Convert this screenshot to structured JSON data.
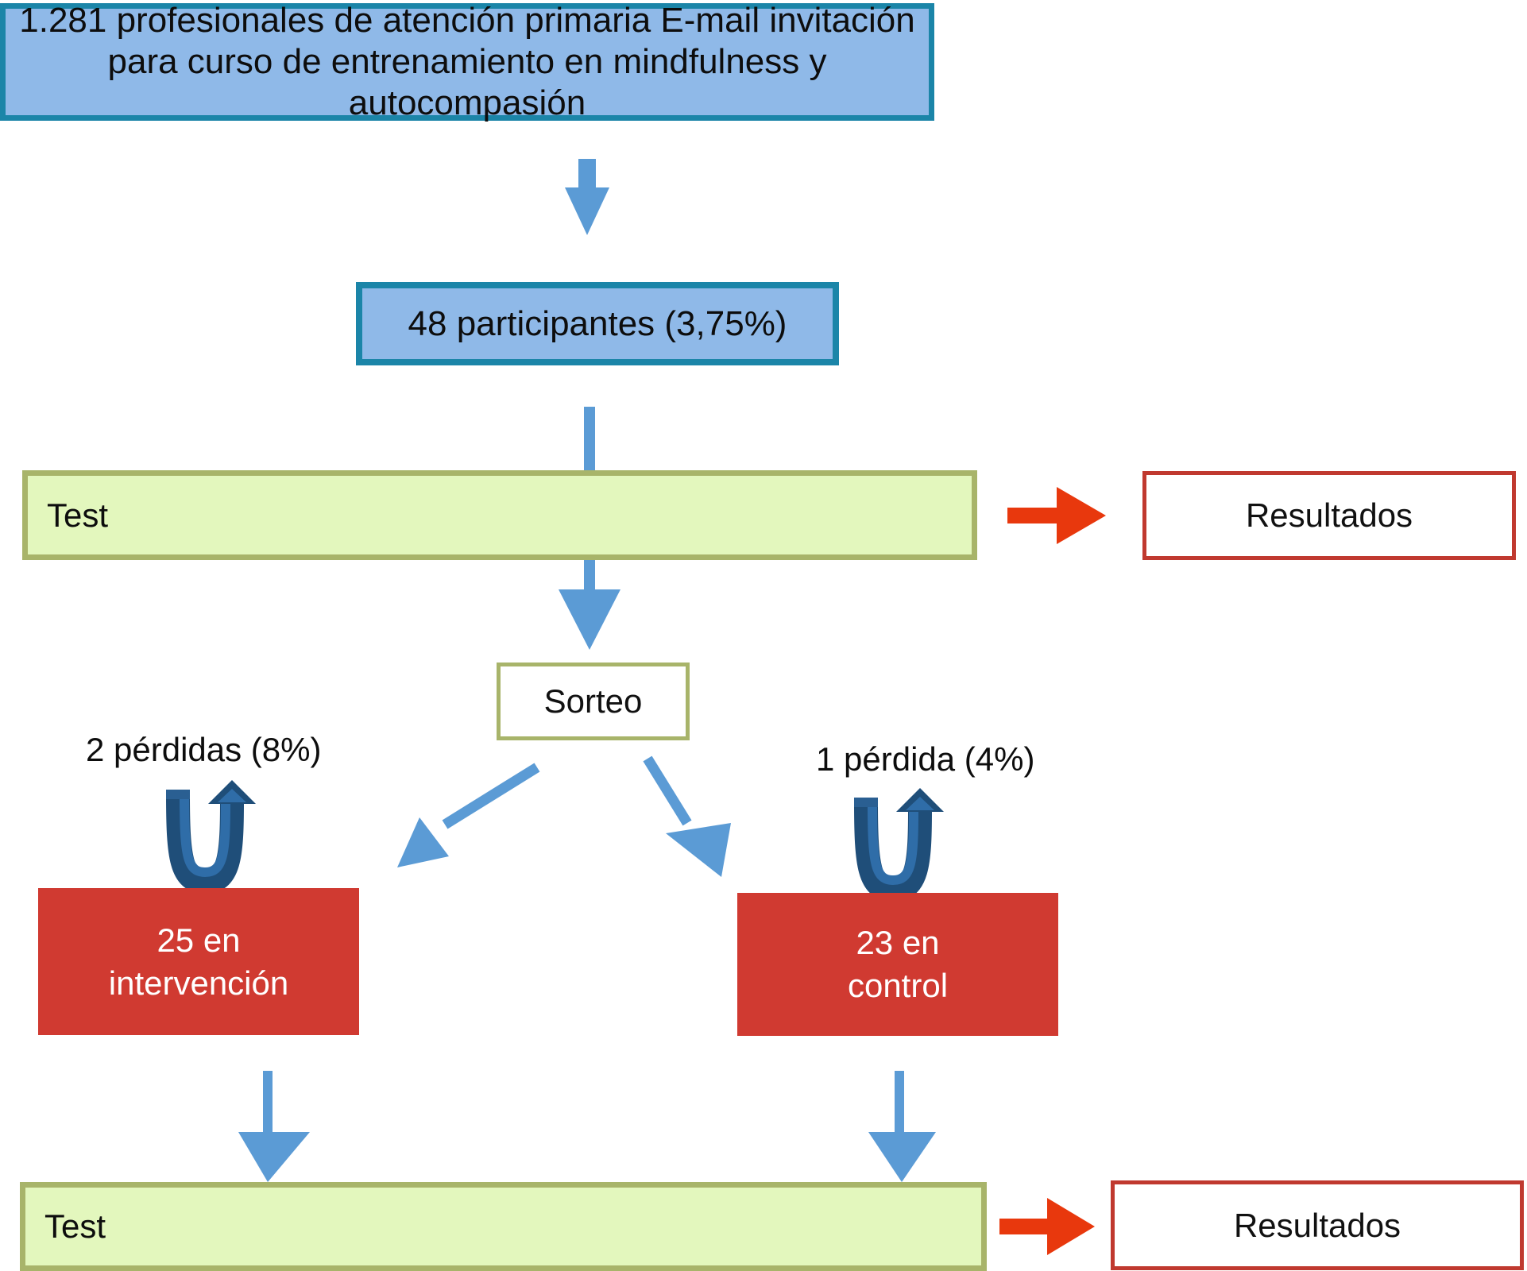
{
  "diagram": {
    "title_implied": "Flujo del estudio",
    "colors": {
      "blue_fill": "#8fb9e8",
      "blue_border": "#1b85a8",
      "green_fill": "#e3f7bd",
      "green_border": "#a8b46a",
      "red_fill": "#d03a31",
      "red_border": "#c0392f",
      "arrow_blue": "#5b9bd5",
      "arrow_red": "#e8380d",
      "uturn_blue": "#1f4e79",
      "text_dark": "#0d0d0d",
      "text_light": "#ffffff"
    },
    "nodes": {
      "invitation": {
        "line1": "1.281 profesionales de atención primaria E-mail invitación",
        "line2": "para curso de entrenamiento en mindfulness y autocompasión"
      },
      "participants": {
        "label": "48 participantes (3,75%)"
      },
      "test_top": {
        "label": "Test"
      },
      "resultados_top": {
        "label": "Resultados"
      },
      "sorteo": {
        "label": "Sorteo"
      },
      "intervention": {
        "line1": "25 en",
        "line2": "intervención"
      },
      "control": {
        "line1": "23 en",
        "line2": "control"
      },
      "test_bottom": {
        "label": "Test"
      },
      "resultados_bottom": {
        "label": "Resultados"
      }
    },
    "annotations": {
      "loss_left": "2 pérdidas (8%)",
      "loss_right": "1 pérdida (4%)"
    },
    "icons": {
      "arrow_down": "down-arrow-icon",
      "arrow_right": "right-arrow-icon",
      "arrow_diag_left": "diagonal-arrow-left-icon",
      "arrow_diag_right": "diagonal-arrow-right-icon",
      "uturn": "u-turn-arrow-icon"
    }
  }
}
